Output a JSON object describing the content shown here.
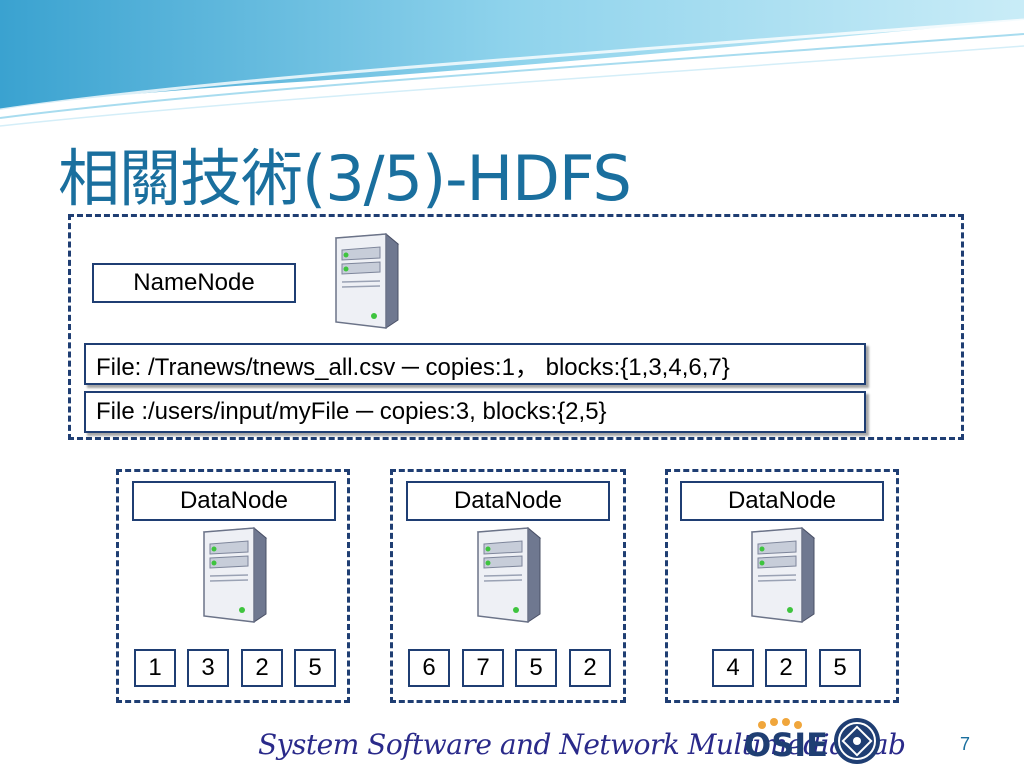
{
  "slide": {
    "title": "相關技術(3/5)-HDFS",
    "page_number": "7"
  },
  "namenode": {
    "label": "NameNode",
    "files": [
      "File: /Tranews/tnews_all.csv ─ copies:1， blocks:{1,3,4,6,7}",
      "File :/users/input/myFile ─ copies:3, blocks:{2,5}"
    ]
  },
  "datanodes": [
    {
      "label": "DataNode",
      "blocks": [
        "1",
        "3",
        "2",
        "5"
      ]
    },
    {
      "label": "DataNode",
      "blocks": [
        "6",
        "7",
        "5",
        "2"
      ]
    },
    {
      "label": "DataNode",
      "blocks": [
        "4",
        "2",
        "5"
      ]
    }
  ],
  "footer": {
    "lab_name": "System Software and Network Multimedia Lab",
    "logo_text": "OSIE"
  },
  "icons": {
    "server": "server-icon",
    "seal": "lab-seal-icon"
  },
  "colors": {
    "title": "#1a6f9e",
    "border": "#1f3e73",
    "wave": "#5fb8dc"
  }
}
